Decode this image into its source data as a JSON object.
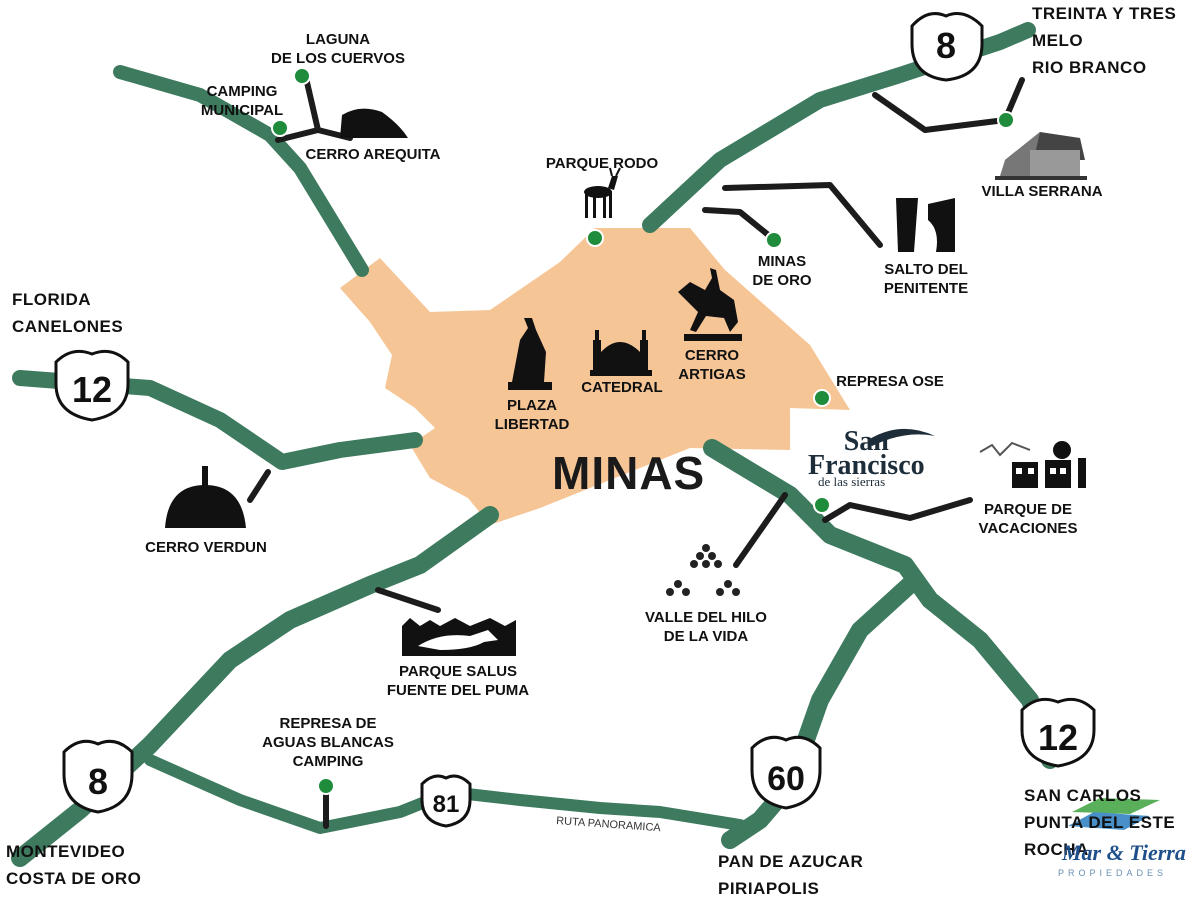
{
  "city": "MINAS",
  "routes": {
    "r8_north": "8",
    "r12_west": "12",
    "r12_east": "12",
    "r8_south": "8",
    "r81": "81",
    "r60": "60",
    "ruta_panoramica": "RUTA PANORAMICA"
  },
  "destinations": {
    "northeast": [
      "TREINTA Y TRES",
      "MELO",
      "RIO BRANCO"
    ],
    "west": [
      "FLORIDA",
      "CANELONES"
    ],
    "southwest": [
      "MONTEVIDEO",
      "COSTA DE ORO"
    ],
    "south": [
      "PAN DE AZUCAR",
      "PIRIAPOLIS"
    ],
    "southeast": [
      "SAN CARLOS",
      "PUNTA DEL ESTE",
      "ROCHA"
    ]
  },
  "points": {
    "laguna": [
      "LAGUNA",
      "DE LOS CUERVOS"
    ],
    "camping_municipal": [
      "CAMPING",
      "MUNICIPAL"
    ],
    "cerro_arequita": "CERRO AREQUITA",
    "parque_rodo": "PARQUE RODO",
    "villa_serrana": "VILLA SERRANA",
    "minas_de_oro": [
      "MINAS",
      "DE ORO"
    ],
    "salto_penitente": [
      "SALTO DEL",
      "PENITENTE"
    ],
    "plaza_libertad": [
      "PLAZA",
      "LIBERTAD"
    ],
    "catedral": "CATEDRAL",
    "cerro_artigas": [
      "CERRO",
      "ARTIGAS"
    ],
    "represa_ose": "REPRESA OSE",
    "cerro_verdun": "CERRO VERDUN",
    "parque_vacaciones": [
      "PARQUE DE",
      "VACACIONES"
    ],
    "valle_hilo": [
      "VALLE DEL HILO",
      "DE LA VIDA"
    ],
    "parque_salus": [
      "PARQUE SALUS",
      "FUENTE DEL PUMA"
    ],
    "represa_aguas_blancas": [
      "REPRESA DE",
      "AGUAS BLANCAS",
      "CAMPING"
    ]
  },
  "san_francisco_logo": {
    "title": [
      "San",
      "Francisco"
    ],
    "subtitle": "de las sierras"
  },
  "brand": {
    "name": "Mar & Tierra",
    "tagline": "PROPIEDADES"
  },
  "colors": {
    "road": "#3d7a5e",
    "city_area": "#f6c596",
    "spur": "#1c1c1c",
    "poi": "#1e8c3a"
  }
}
